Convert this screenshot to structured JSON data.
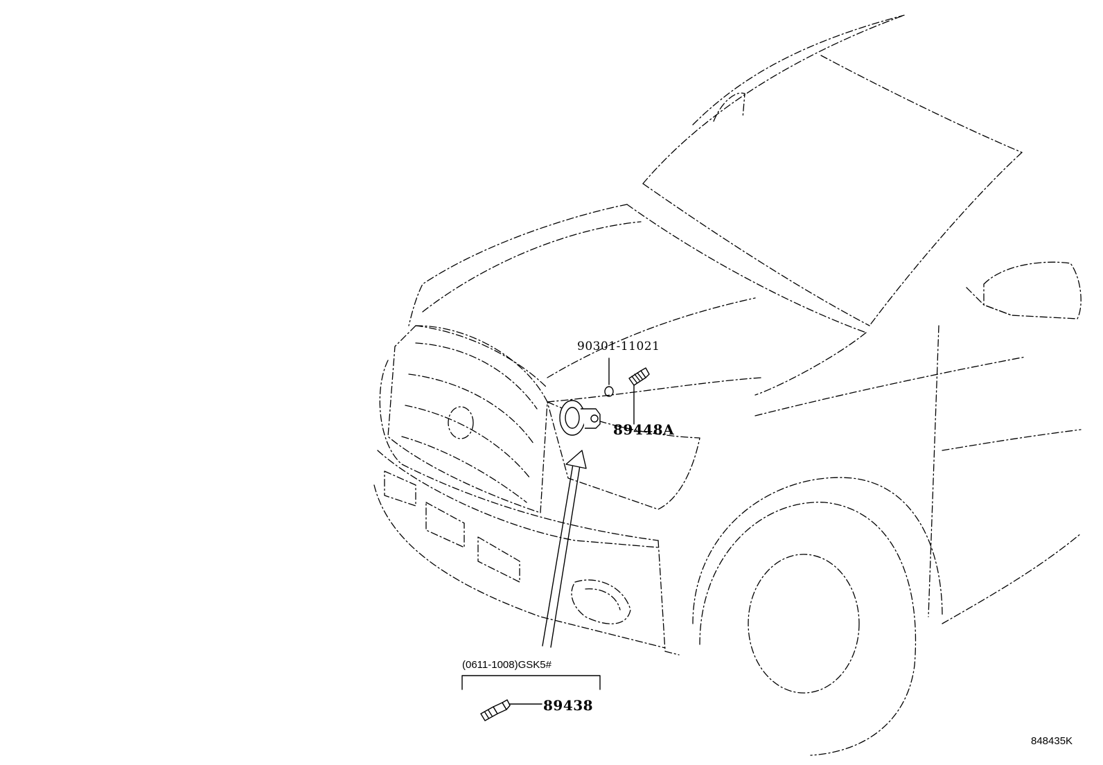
{
  "labels": {
    "part_1": "90301-11021",
    "part_2": "89448A",
    "applicability": "(0611-1008)GSK5#",
    "part_3": "89438",
    "figure_id": "848435K"
  }
}
